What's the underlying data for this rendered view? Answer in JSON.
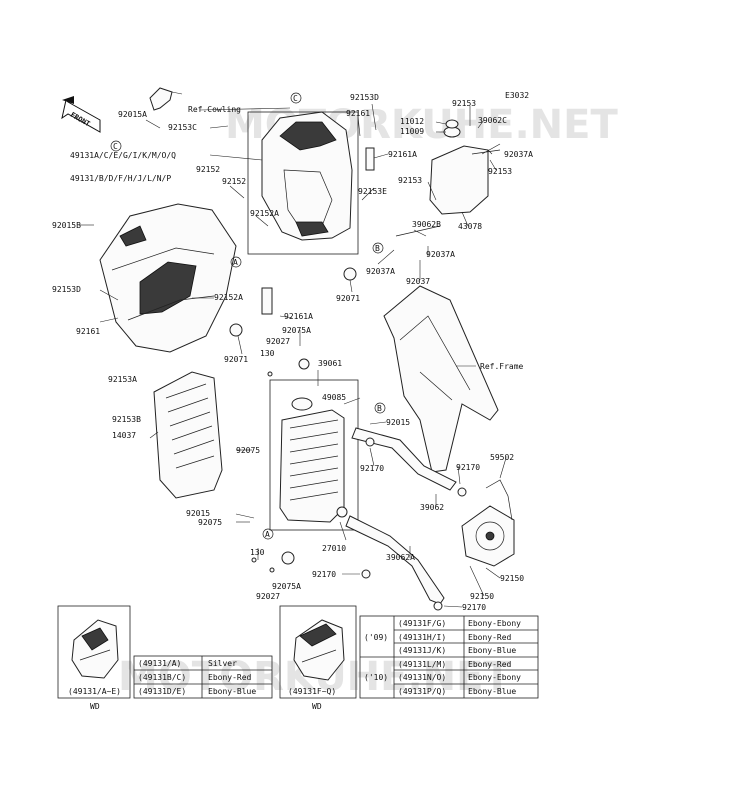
{
  "diagram": {
    "code": "E3032",
    "front_label": "FRONT",
    "watermark": "MOTORKUHE.NET"
  },
  "labels": {
    "ref_cowling": "Ref.Cowling",
    "ref_frame": "Ref.Frame",
    "p92015A": "92015A",
    "p92153C": "92153C",
    "p49131_ACEG": "49131A/C/E/G/I/K/M/O/Q",
    "p49131_BDFH": "49131/B/D/F/H/J/L/N/P",
    "p92152_a": "92152",
    "p92152_b": "92152",
    "p92152A_a": "92152A",
    "p92152A_b": "92152A",
    "p92015B": "92015B",
    "p92153D_a": "92153D",
    "p92161_a": "92161",
    "p92153A": "92153A",
    "p92153D_b": "92153D",
    "p92161_b": "92161",
    "p92161A_a": "92161A",
    "p92161A_b": "92161A",
    "p92153E": "92153E",
    "p92153_a": "92153",
    "p92153_b": "92153",
    "p92153_c": "92153",
    "p11012": "11012",
    "p11009": "11009",
    "p39062C": "39062C",
    "p92037A_a": "92037A",
    "p92037A_b": "92037A",
    "p92037A_c": "92037A",
    "p92037": "92037",
    "p43078": "43078",
    "p39062B": "39062B",
    "p92071_a": "92071",
    "p92071_b": "92071",
    "p92075A_a": "92075A",
    "p92075A_b": "92075A",
    "p92027_a": "92027",
    "p92027_b": "92027",
    "p130_a": "130",
    "p130_b": "130",
    "p39061": "39061",
    "p49085": "49085",
    "p92015_a": "92015",
    "p92015_b": "92015",
    "p92153B": "92153B",
    "p14037": "14037",
    "p92075_a": "92075",
    "p92075_b": "92075",
    "p92170_a": "92170",
    "p92170_b": "92170",
    "p92170_c": "92170",
    "p92170_d": "92170",
    "p59502": "59502",
    "p39062": "39062",
    "p27010": "27010",
    "p39062A": "39062A",
    "p92150_a": "92150",
    "p92150_b": "92150",
    "callout_A": "A",
    "callout_B": "B",
    "callout_C": "C"
  },
  "inset_left": {
    "caption": "(49131/A~E)",
    "note": "WD",
    "rows": [
      {
        "part": "(49131/A)",
        "color": "Silver"
      },
      {
        "part": "(49131B/C)",
        "color": "Ebony-Red"
      },
      {
        "part": "(49131D/E)",
        "color": "Ebony-Blue"
      }
    ]
  },
  "inset_right": {
    "caption": "(49131F~Q)",
    "note": "WD",
    "year_09": "('09)",
    "year_10": "('10)",
    "rows": [
      {
        "part": "(49131F/G)",
        "color": "Ebony-Ebony"
      },
      {
        "part": "(49131H/I)",
        "color": "Ebony-Red"
      },
      {
        "part": "(49131J/K)",
        "color": "Ebony-Blue"
      },
      {
        "part": "(49131L/M)",
        "color": "Ebony-Red"
      },
      {
        "part": "(49131N/O)",
        "color": "Ebony-Ebony"
      },
      {
        "part": "(49131P/Q)",
        "color": "Ebony-Blue"
      }
    ]
  }
}
